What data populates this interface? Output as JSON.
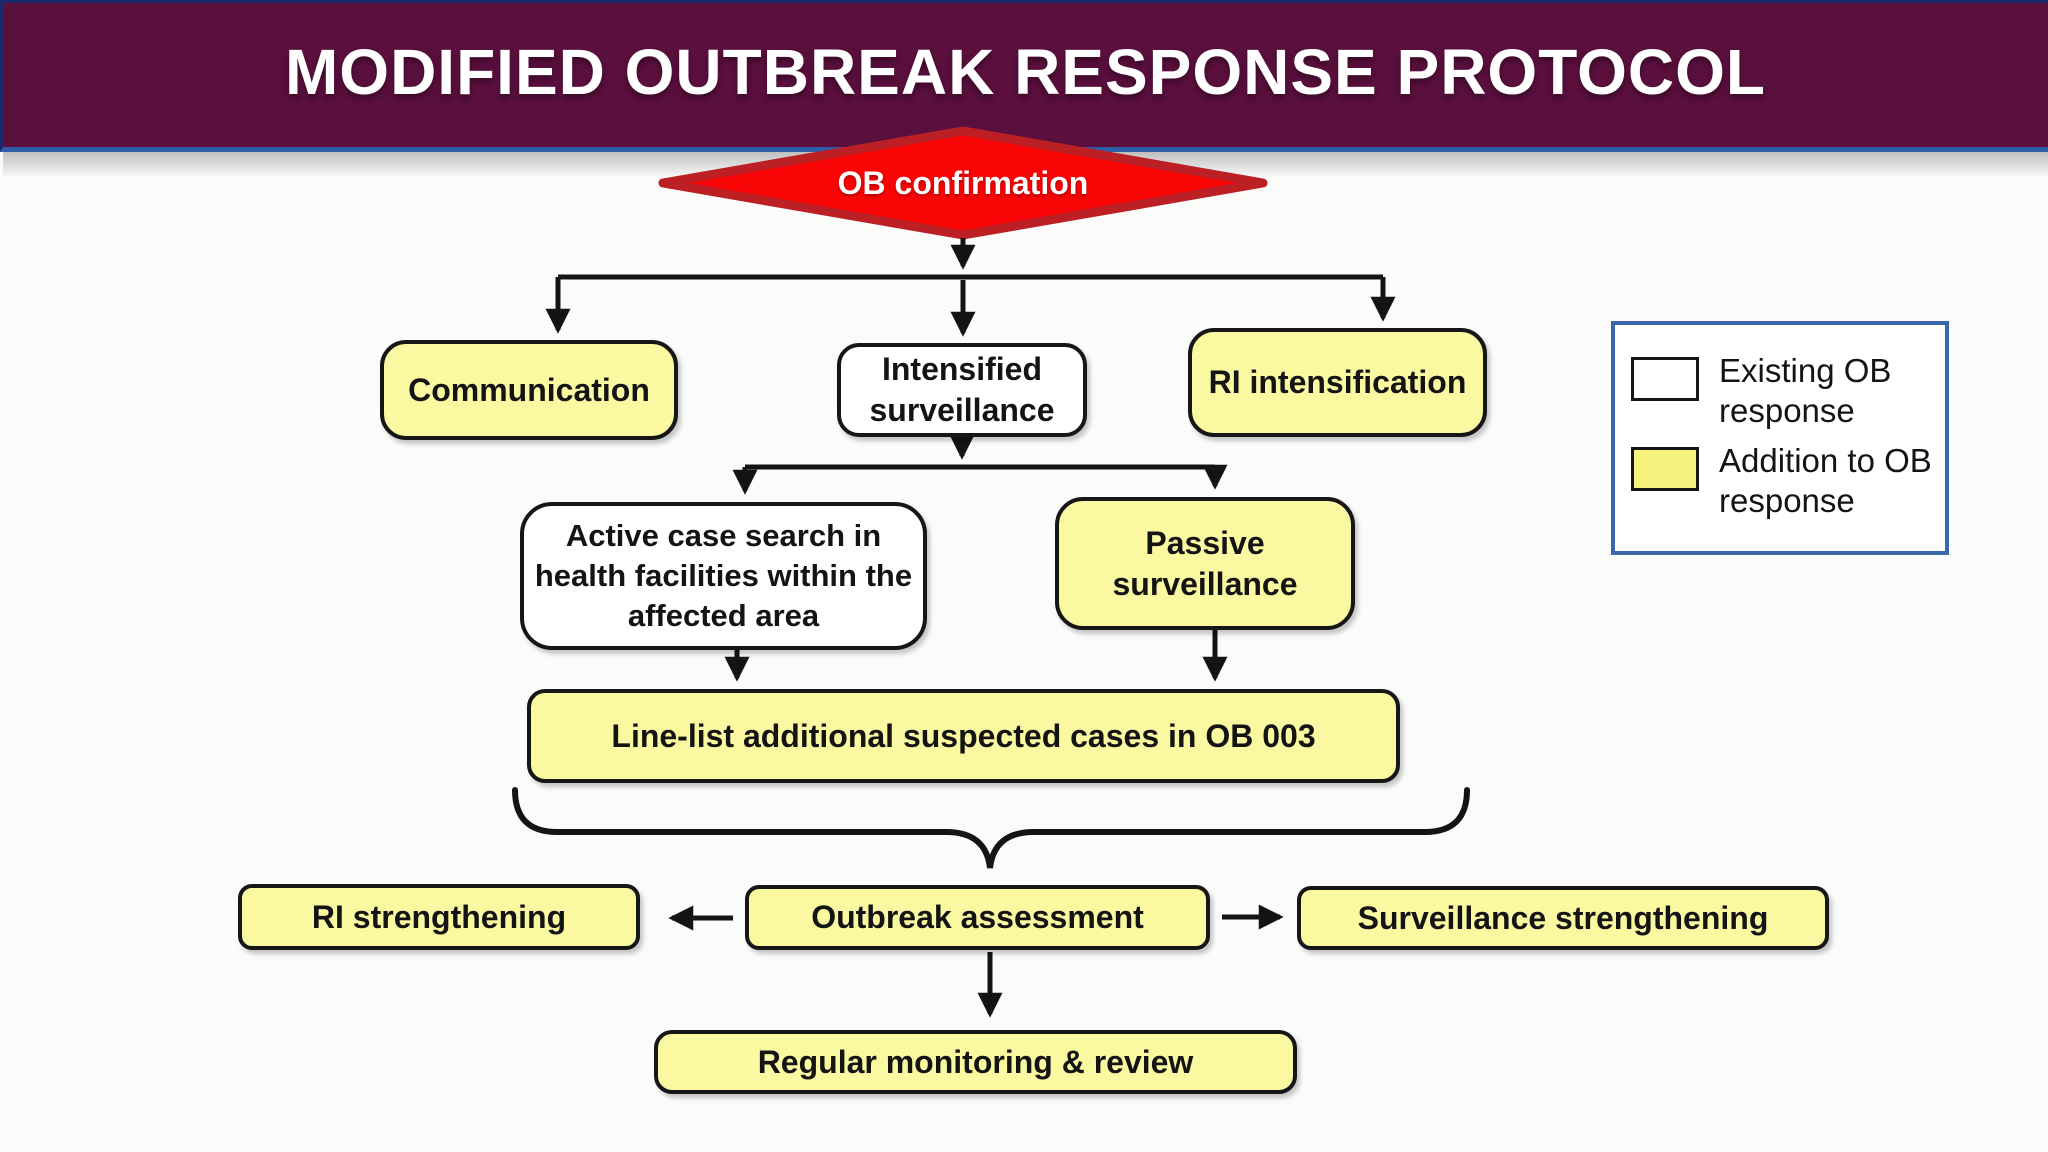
{
  "title": "MODIFIED OUTBREAK RESPONSE PROTOCOL",
  "diamond": {
    "label": "OB confirmation"
  },
  "nodes": {
    "communication": {
      "label": "Communication",
      "type": "addition"
    },
    "intensified_surveillance": {
      "label": "Intensified surveillance",
      "type": "existing"
    },
    "ri_intensification": {
      "label": "RI intensification",
      "type": "addition"
    },
    "active_case_search": {
      "label": "Active case search in health facilities within the affected area",
      "type": "existing"
    },
    "passive_surveillance": {
      "label": "Passive surveillance",
      "type": "addition"
    },
    "line_list": {
      "label": "Line-list additional suspected cases in OB 003",
      "type": "addition"
    },
    "outbreak_assessment": {
      "label": "Outbreak assessment",
      "type": "addition"
    },
    "ri_strengthening": {
      "label": "RI strengthening",
      "type": "addition"
    },
    "surveillance_strengthening": {
      "label": "Surveillance strengthening",
      "type": "addition"
    },
    "regular_monitoring": {
      "label": "Regular monitoring & review",
      "type": "addition"
    }
  },
  "legend": {
    "items": [
      {
        "swatch": "white",
        "label": "Existing OB response"
      },
      {
        "swatch": "yellow",
        "label": "Addition to OB response"
      }
    ]
  },
  "colors": {
    "header-bg": "#5A0F3D",
    "header-line": "#2F5EA8",
    "node-yellow": "#FAF8A0",
    "node-white": "#FFFFFF",
    "diamond-fill": "#FA0505",
    "diamond-border": "#BC1F24",
    "legend-border": "#3A67A8",
    "legend-yellow": "#F7F37F",
    "ink": "#141414"
  }
}
